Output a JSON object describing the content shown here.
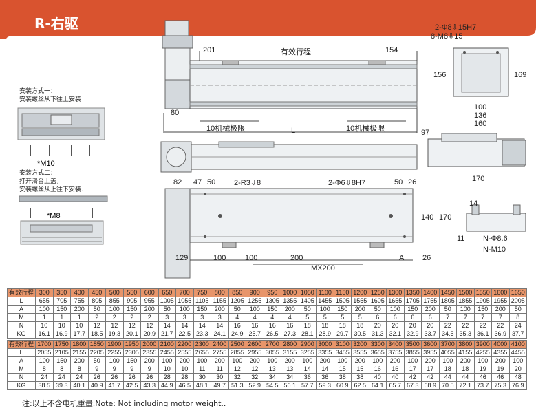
{
  "header": {
    "title": "R-右驱",
    "color": "#d9532f"
  },
  "notes": {
    "mount1_line1": "安装方式一：",
    "mount1_line2": "安装螺丝从下往上安装",
    "mount2_line1": "安装方式二：",
    "mount2_line2": "打开滑台上盖，",
    "mount2_line3": "安装螺丝从上往下安装.",
    "m10": "*M10",
    "m8": "*M8"
  },
  "dims": {
    "d201": "201",
    "effective_stroke": "有效行程",
    "d154": "154",
    "d80": "80",
    "limit_left": "10机械极限",
    "limit_right": "10机械极限",
    "L": "L",
    "hole_top": "2-Φ8⇩15H7",
    "tap_top": "8-M8⇩15",
    "d156": "156",
    "d169": "169",
    "d100": "100",
    "d136": "136",
    "d160": "160",
    "d97": "97",
    "d170": "170",
    "d82": "82",
    "d47": "47",
    "d50a": "50",
    "r3": "2-R3⇩8",
    "hole6": "2-Φ6⇩8H7",
    "d50b": "50",
    "d26a": "26",
    "d140": "140",
    "d170b": "170",
    "d129": "129",
    "d100b": "100",
    "d100c": "100",
    "d200": "200",
    "mx200": "MX200",
    "A": "A",
    "d26b": "26",
    "d14": "14",
    "d11": "11",
    "nphi": "N-Φ8.6",
    "nm10": "N-M10"
  },
  "table1": {
    "stroke_label": "有效行程",
    "stroke": [
      "300",
      "350",
      "400",
      "450",
      "500",
      "550",
      "600",
      "650",
      "700",
      "750",
      "800",
      "850",
      "900",
      "950",
      "1000",
      "1050",
      "1100",
      "1150",
      "1200",
      "1250",
      "1300",
      "1350",
      "1400",
      "1450",
      "1500",
      "1550",
      "1600",
      "1650"
    ],
    "rows": [
      {
        "label": "L",
        "values": [
          "655",
          "705",
          "755",
          "805",
          "855",
          "905",
          "955",
          "1005",
          "1055",
          "1105",
          "1155",
          "1205",
          "1255",
          "1305",
          "1355",
          "1405",
          "1455",
          "1505",
          "1555",
          "1605",
          "1655",
          "1705",
          "1755",
          "1805",
          "1855",
          "1905",
          "1955",
          "2005"
        ]
      },
      {
        "label": "A",
        "values": [
          "100",
          "150",
          "200",
          "50",
          "100",
          "150",
          "200",
          "50",
          "100",
          "150",
          "200",
          "50",
          "100",
          "150",
          "200",
          "50",
          "100",
          "150",
          "200",
          "50",
          "100",
          "150",
          "200",
          "50",
          "100",
          "150",
          "200",
          "50"
        ]
      },
      {
        "label": "M",
        "values": [
          "1",
          "1",
          "1",
          "2",
          "2",
          "2",
          "2",
          "3",
          "3",
          "3",
          "3",
          "4",
          "4",
          "4",
          "4",
          "5",
          "5",
          "5",
          "5",
          "6",
          "6",
          "6",
          "6",
          "7",
          "7",
          "7",
          "7",
          "8"
        ]
      },
      {
        "label": "N",
        "values": [
          "10",
          "10",
          "10",
          "12",
          "12",
          "12",
          "12",
          "14",
          "14",
          "14",
          "14",
          "16",
          "16",
          "16",
          "16",
          "18",
          "18",
          "18",
          "18",
          "20",
          "20",
          "20",
          "20",
          "22",
          "22",
          "22",
          "22",
          "24"
        ]
      },
      {
        "label": "KG",
        "values": [
          "16.1",
          "16.9",
          "17.7",
          "18.5",
          "19.3",
          "20.1",
          "20.9",
          "21.7",
          "22.5",
          "23.3",
          "24.1",
          "24.9",
          "25.7",
          "26.5",
          "27.3",
          "28.1",
          "28.9",
          "29.7",
          "30.5",
          "31.3",
          "32.1",
          "32.9",
          "33.7",
          "34.5",
          "35.3",
          "36.1",
          "36.9",
          "37.7"
        ]
      }
    ]
  },
  "table2": {
    "stroke_label": "有效行程",
    "stroke": [
      "1700",
      "1750",
      "1800",
      "1850",
      "1900",
      "1950",
      "2000",
      "2100",
      "2200",
      "2300",
      "2400",
      "2500",
      "2600",
      "2700",
      "2800",
      "2900",
      "3000",
      "3100",
      "3200",
      "3300",
      "3400",
      "3500",
      "3600",
      "3700",
      "3800",
      "3900",
      "4000",
      "4100"
    ],
    "rows": [
      {
        "label": "L",
        "values": [
          "2055",
          "2105",
          "2155",
          "2205",
          "2255",
          "2305",
          "2355",
          "2455",
          "2555",
          "2655",
          "2755",
          "2855",
          "2955",
          "3055",
          "3155",
          "3255",
          "3355",
          "3455",
          "3555",
          "3655",
          "3755",
          "3855",
          "3955",
          "4055",
          "4155",
          "4255",
          "4355",
          "4455"
        ]
      },
      {
        "label": "A",
        "values": [
          "100",
          "150",
          "200",
          "50",
          "100",
          "150",
          "200",
          "100",
          "200",
          "100",
          "200",
          "100",
          "200",
          "100",
          "200",
          "100",
          "200",
          "100",
          "200",
          "100",
          "200",
          "100",
          "200",
          "100",
          "200",
          "100",
          "200",
          "100"
        ]
      },
      {
        "label": "M",
        "values": [
          "8",
          "8",
          "8",
          "9",
          "9",
          "9",
          "9",
          "10",
          "10",
          "11",
          "11",
          "12",
          "12",
          "13",
          "13",
          "14",
          "14",
          "15",
          "15",
          "16",
          "16",
          "17",
          "17",
          "18",
          "18",
          "19",
          "19",
          "20"
        ]
      },
      {
        "label": "N",
        "values": [
          "24",
          "24",
          "24",
          "26",
          "26",
          "26",
          "26",
          "28",
          "28",
          "30",
          "30",
          "32",
          "32",
          "34",
          "34",
          "36",
          "36",
          "38",
          "38",
          "40",
          "40",
          "42",
          "42",
          "44",
          "44",
          "46",
          "46",
          "48"
        ]
      },
      {
        "label": "KG",
        "values": [
          "38.5",
          "39.3",
          "40.1",
          "40.9",
          "41.7",
          "42.5",
          "43.3",
          "44.9",
          "46.5",
          "48.1",
          "49.7",
          "51.3",
          "52.9",
          "54.5",
          "56.1",
          "57.7",
          "59.3",
          "60.9",
          "62.5",
          "64.1",
          "65.7",
          "67.3",
          "68.9",
          "70.5",
          "72.1",
          "73.7",
          "75.3",
          "76.9"
        ]
      }
    ]
  },
  "footer": "注:以上不含电机重量.Note: Not including motor weight.."
}
